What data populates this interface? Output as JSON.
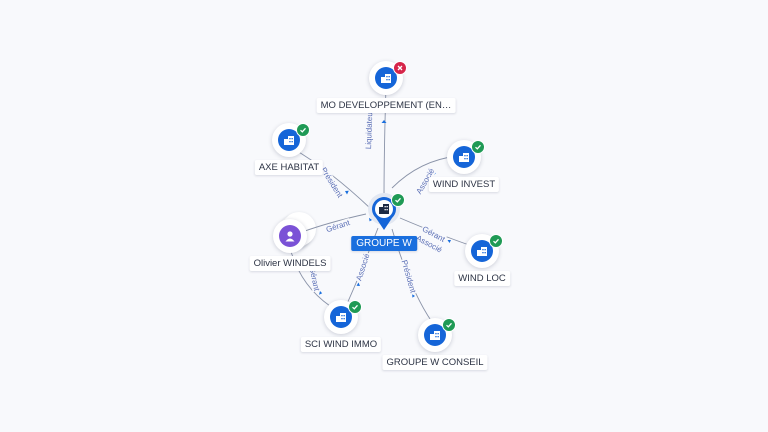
{
  "center": {
    "label": "GROUPE W",
    "icon": "building-icon",
    "status": "active"
  },
  "nodes": [
    {
      "id": "mo",
      "label": "MO DEVELOPPEMENT (EN…",
      "icon": "building-icon",
      "status": "closed"
    },
    {
      "id": "axe",
      "label": "AXE HABITAT",
      "icon": "building-icon",
      "status": "active"
    },
    {
      "id": "windinvest",
      "label": "WIND INVEST",
      "icon": "building-icon",
      "status": "active"
    },
    {
      "id": "olivier",
      "label": "Olivier WINDELS",
      "icon": "person-icon",
      "status": "none"
    },
    {
      "id": "windloc",
      "label": "WIND LOC",
      "icon": "building-icon",
      "status": "active"
    },
    {
      "id": "sci",
      "label": "SCI WIND IMMO",
      "icon": "building-icon",
      "status": "active"
    },
    {
      "id": "conseil",
      "label": "GROUPE W CONSEIL",
      "icon": "building-icon",
      "status": "active"
    }
  ],
  "relations": [
    {
      "id": "r-mo",
      "label": "Liquidateur"
    },
    {
      "id": "r-axe",
      "label": "Président"
    },
    {
      "id": "r-windinvest",
      "label": "Associé"
    },
    {
      "id": "r-olivier",
      "label": "Gérant"
    },
    {
      "id": "r-windloc-1",
      "label": "Gérant"
    },
    {
      "id": "r-windloc-2",
      "label": "Associé"
    },
    {
      "id": "r-sci-1",
      "label": "Associé"
    },
    {
      "id": "r-sci-2",
      "label": "Gérant"
    },
    {
      "id": "r-conseil",
      "label": "Président"
    }
  ],
  "colors": {
    "company": "#1565d8",
    "person": "#7b52d6",
    "active_badge": "#1f9a55",
    "closed_badge": "#d6254a",
    "edge": "#8a93a8",
    "edge_label": "#5b6fb6"
  }
}
